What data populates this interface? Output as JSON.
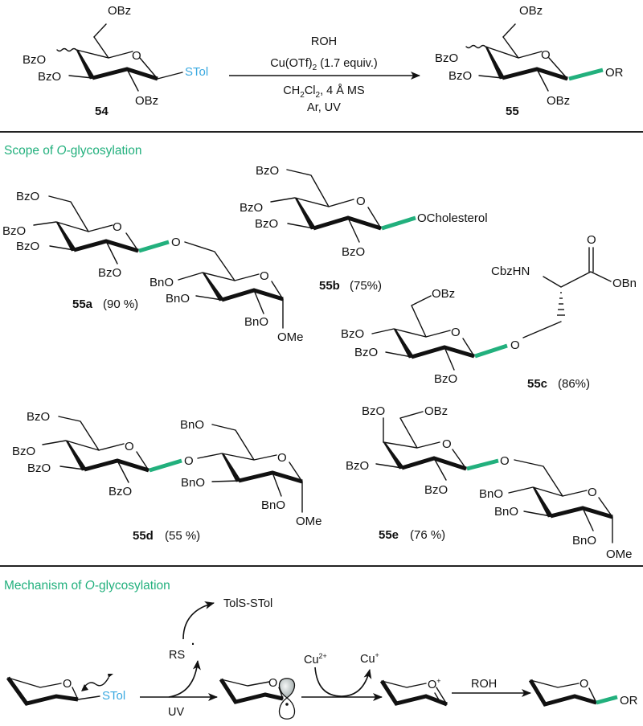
{
  "colors": {
    "accent_green": "#22b07d",
    "stol_blue": "#3aa9e0",
    "ink": "#111111"
  },
  "reaction": {
    "reactant": {
      "id": "54",
      "labels": {
        "c6": "OBz",
        "c4": "BzO",
        "c3": "BzO",
        "c2": "OBz",
        "ring_o": "O",
        "anomeric": "STol"
      }
    },
    "conditions": {
      "above_1": "ROH",
      "above_2_main": "Cu(OTf)",
      "above_2_sub": "2",
      "above_2_tail": " (1.7 equiv.)",
      "below_1_a": "CH",
      "below_1_sub1": "2",
      "below_1_b": "Cl",
      "below_1_sub2": "2",
      "below_1_tail": ", 4 Å MS",
      "below_2": "Ar, UV"
    },
    "product": {
      "id": "55",
      "labels": {
        "c6": "OBz",
        "c4": "BzO",
        "c3": "BzO",
        "c2": "OBz",
        "ring_o": "O",
        "anomeric": "OR"
      }
    }
  },
  "scope": {
    "heading_pre": "Scope of ",
    "heading_italic": "O",
    "heading_post": "-glycosylation",
    "compounds": [
      {
        "id": "55a",
        "yield": "(90 %)",
        "donor": {
          "c6": "BzO",
          "c4": "BzO",
          "c3": "BzO",
          "c2": "BzO",
          "ring_o": "O"
        },
        "linker_o": "O",
        "acceptor": {
          "c4": "BnO",
          "c3": "BnO",
          "c2": "BnO",
          "ring_o": "O",
          "c1": "OMe"
        }
      },
      {
        "id": "55b",
        "yield": "(75%)",
        "donor": {
          "c6": "BzO",
          "c4": "BzO",
          "c3": "BzO",
          "c2": "BzO",
          "ring_o": "O"
        },
        "aglycone": "OCholesterol"
      },
      {
        "id": "55c",
        "yield": "(86%)",
        "donor": {
          "c6": "OBz",
          "c4": "BzO",
          "c3": "BzO",
          "c2": "BzO",
          "ring_o": "O"
        },
        "linker_o": "O",
        "aglycone": {
          "nh": "CbzHN",
          "carbonyl_o": "O",
          "ester": "OBn"
        }
      },
      {
        "id": "55d",
        "yield": "(55 %)",
        "donor": {
          "c6": "BzO",
          "c4": "BzO",
          "c3": "BzO",
          "c2": "BzO",
          "ring_o": "O"
        },
        "linker_o": "O",
        "acceptor": {
          "c6": "BnO",
          "c3": "BnO",
          "c2": "BnO",
          "ring_o": "O",
          "c1": "OMe"
        }
      },
      {
        "id": "55e",
        "yield": "(76 %)",
        "donor": {
          "c4": "BzO",
          "c6": "OBz",
          "c3": "BzO",
          "c2": "BzO",
          "ring_o": "O"
        },
        "linker_o": "O",
        "acceptor": {
          "c4": "BnO",
          "c3": "BnO",
          "c2": "BnO",
          "ring_o": "O",
          "c1": "OMe"
        }
      }
    ]
  },
  "mechanism": {
    "heading_pre": "Mechanism of ",
    "heading_italic": "O",
    "heading_post": "-glycosylation",
    "start": {
      "ring_o": "O",
      "group": "STol"
    },
    "step1": {
      "below": "UV",
      "radical": "RS",
      "radical_dot": "·",
      "byproduct": "TolS-STol"
    },
    "radical_intermediate": {
      "ring_o": "O"
    },
    "step2": {
      "cu_in": "Cu",
      "cu_in_charge": "2+",
      "cu_out": "Cu",
      "cu_out_charge": "+"
    },
    "oxocarbenium": {
      "ring_o": "O",
      "charge": "+"
    },
    "step3": {
      "above": "ROH"
    },
    "final": {
      "ring_o": "O",
      "group": "OR"
    }
  }
}
